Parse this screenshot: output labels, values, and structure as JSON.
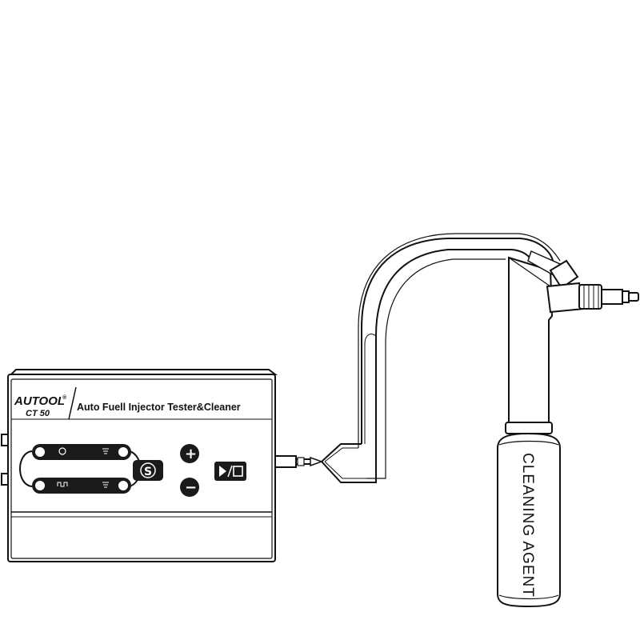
{
  "device": {
    "brand": "AUTOOL",
    "brand_mark": "®",
    "model": "CT 50",
    "product_title": "Auto Fuell Injector Tester&Cleaner",
    "buttons": {
      "speed": "S",
      "plus": "+",
      "minus": "−",
      "play_stop": "▶/■"
    },
    "panel_icons": [
      "timer-icon",
      "menu-lines-icon",
      "pulse-width-icon",
      "menu-lines-icon"
    ]
  },
  "can": {
    "label": "CLEANING AGENT"
  },
  "colors": {
    "line": "#111111",
    "panel": "#1a1a1a",
    "background": "#ffffff"
  }
}
